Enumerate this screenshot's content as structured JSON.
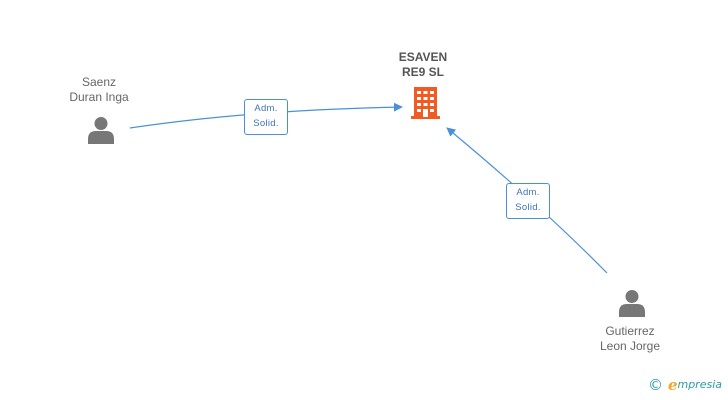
{
  "company": {
    "name_line1": "ESAVEN",
    "name_line2": "RE9 SL",
    "icon": "building-icon",
    "color": "#f25a22"
  },
  "people": [
    {
      "line1": "Saenz",
      "line2": "Duran Inga",
      "icon": "person-icon"
    },
    {
      "line1": "Gutierrez",
      "line2": "Leon Jorge",
      "icon": "person-icon"
    }
  ],
  "relations": [
    {
      "from": "Saenz Duran Inga",
      "to": "ESAVEN RE9 SL",
      "line1": "Adm.",
      "line2": "Solid."
    },
    {
      "from": "Gutierrez Leon Jorge",
      "to": "ESAVEN RE9 SL",
      "line1": "Adm.",
      "line2": "Solid."
    }
  ],
  "brand": {
    "copyright_symbol": "©",
    "first_letter": "e",
    "rest": "mpresia"
  },
  "colors": {
    "edge": "#4a90d9",
    "person": "#777777",
    "company": "#f25a22",
    "brand_teal": "#2a9ca8",
    "brand_orange": "#f5a623"
  }
}
